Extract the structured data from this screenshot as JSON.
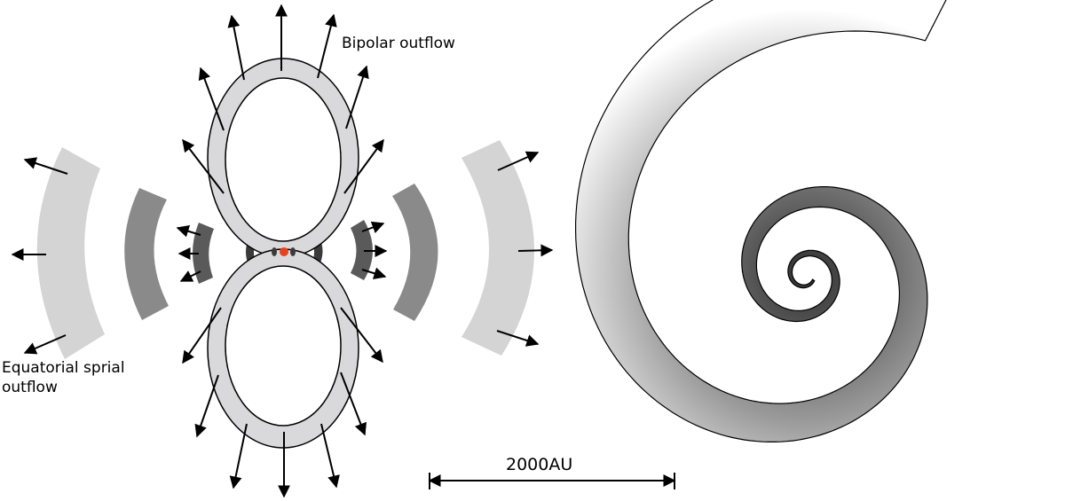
{
  "labels": {
    "bipolar": "Bipolar outflow",
    "equatorial_line1": "Equatorial sprial",
    "equatorial_line2": "outflow",
    "scale": "2000AU"
  },
  "colors": {
    "lobe_fill": "#d9d9db",
    "arc_outer": "#d4d4d4",
    "arc_middle": "#8a8a8a",
    "arc_inner": "#5a5a5a",
    "arc_core": "#3a3a3a",
    "star": "#e8401c",
    "spiral_dark": "#2e2e2e",
    "spiral_light": "#ffffff",
    "stroke": "#000000"
  },
  "icons": [
    "outflow-arrow-icon",
    "star-icon",
    "scale-bar-icon"
  ]
}
